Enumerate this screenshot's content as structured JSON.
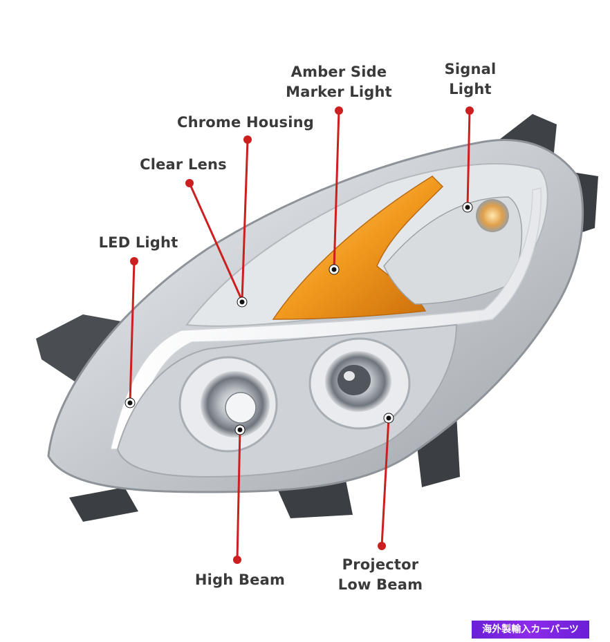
{
  "callouts": {
    "amber_side_marker": {
      "line1": "Amber Side",
      "line2": "Marker Light"
    },
    "signal": {
      "line1": "Signal",
      "line2": "Light"
    },
    "chrome_housing": "Chrome Housing",
    "clear_lens": "Clear Lens",
    "led_light": "LED Light",
    "high_beam": "High Beam",
    "projector_low_beam": {
      "line1": "Projector",
      "line2": "Low Beam"
    }
  },
  "badge": "海外製輸入カーパーツ",
  "colors": {
    "callout_line": "#cc1f1f",
    "label_text": "#3a3a3a",
    "amber": "#f2a12a",
    "chrome": "#c9cdd2",
    "badge": "#7b25e4"
  }
}
